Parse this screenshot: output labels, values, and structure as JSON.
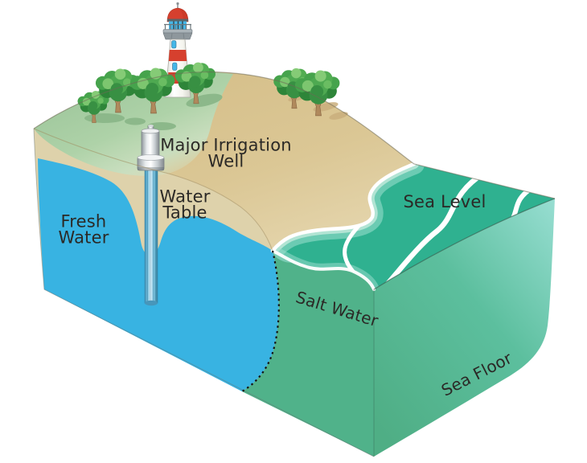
{
  "diagram": {
    "labels": {
      "major_irrigation_well": "Major Irrigation\nWell",
      "water_table": "Water\nTable",
      "fresh_water": "Fresh\nWater",
      "sea_level": "Sea Level",
      "salt_water": "Salt Water",
      "sea_floor": "Sea Floor"
    },
    "colors": {
      "background": "#ffffff",
      "grass": "#9cc59a",
      "grass_light": "#cfe3c6",
      "beach_sand": "#d9c493",
      "soil_face_tan": "#ded2ab",
      "fresh_water_blue": "#38b3e2",
      "sea_surface_teal": "#2fb190",
      "salt_water_green": "#50b28a",
      "sea_floor_light": "#93dbd0",
      "wave_foam": "#ffffff",
      "lighthouse_red": "#d6402e",
      "lighthouse_white": "#f4f4ee",
      "lantern_blue": "#45b7e8",
      "gallery_gray": "#8e979c",
      "tree_foliage": "#46a34c",
      "tree_foliage_dark": "#2e8539",
      "tree_foliage_light": "#7cc66f",
      "tree_trunk": "#b0895c",
      "well_pipe_blue": "#7cc4e0",
      "interface_dotted_line": "#141414",
      "label_text": "#2b2926"
    }
  }
}
